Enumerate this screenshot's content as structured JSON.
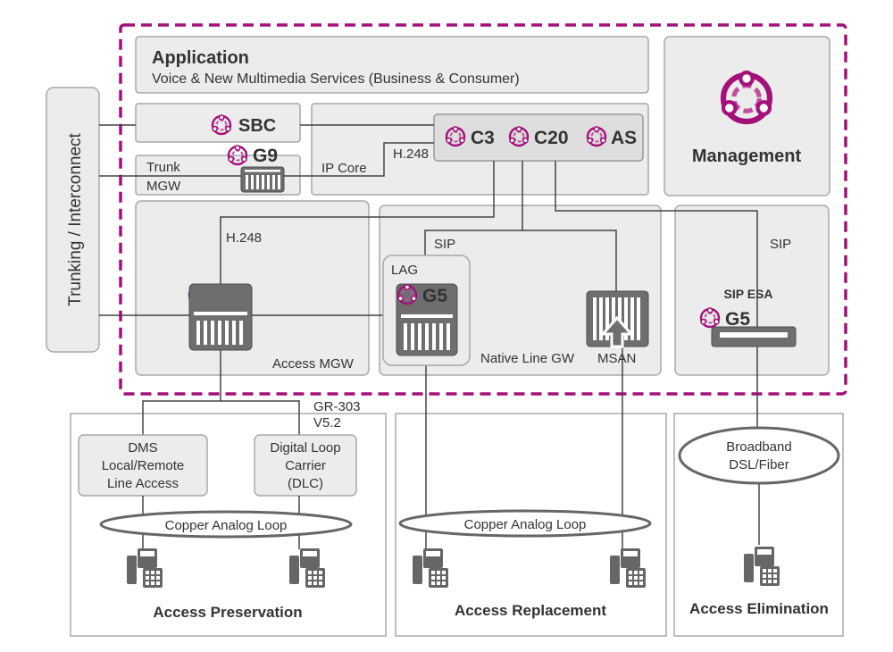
{
  "colors": {
    "brand": "#a4107a",
    "box_fill": "#ececec",
    "box_stroke": "#a8a8a8",
    "device": "#6e6e6e",
    "line": "#444444"
  },
  "trunking": {
    "label": "Trunking / Interconnect"
  },
  "application": {
    "title": "Application",
    "subtitle": "Voice & New Multimedia Services (Business & Consumer)"
  },
  "management": {
    "label": "Management",
    "icon": "logo-icon"
  },
  "sbc": {
    "label": "SBC"
  },
  "trunk_mgw": {
    "line1": "Trunk",
    "line2": "MGW",
    "device": "G9"
  },
  "ip_core": {
    "label": "IP Core",
    "protocol": "H.248"
  },
  "core_devices": [
    {
      "label": "C3"
    },
    {
      "label": "C20"
    },
    {
      "label": "AS"
    }
  ],
  "access_mgw": {
    "label": "Access MGW",
    "protocol": "H.248",
    "device": "G6"
  },
  "native_line_gw": {
    "label": "Native Line GW",
    "protocol": "SIP",
    "lag": "LAG",
    "device": "G5",
    "msan": "MSAN"
  },
  "sip_esa": {
    "label": "SIP ESA",
    "protocol": "SIP",
    "device": "G5"
  },
  "interfaces": {
    "line1": "GR-303",
    "line2": "V5.2"
  },
  "dms": {
    "line1": "DMS",
    "line2": "Local/Remote",
    "line3": "Line Access"
  },
  "dlc": {
    "line1": "Digital Loop",
    "line2": "Carrier",
    "line3": "(DLC)"
  },
  "loops": {
    "preservation": "Copper Analog Loop",
    "replacement": "Copper Analog Loop"
  },
  "broadband": {
    "line1": "Broadband",
    "line2": "DSL/Fiber"
  },
  "sections": {
    "preservation": "Access Preservation",
    "replacement": "Access Replacement",
    "elimination": "Access Elimination"
  }
}
